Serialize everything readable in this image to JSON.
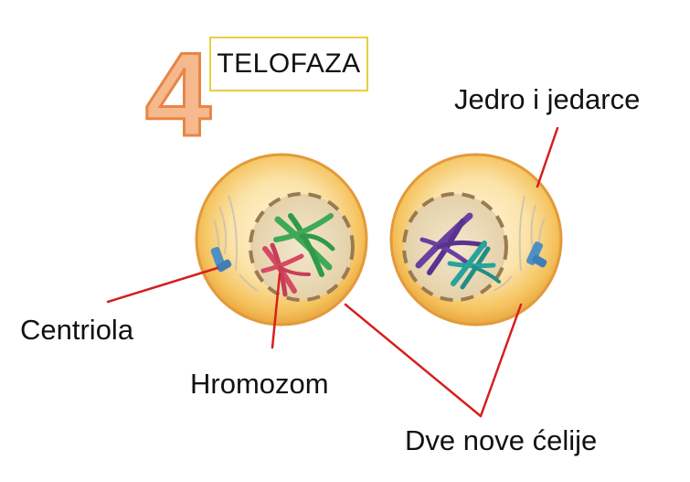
{
  "step_number": "4",
  "title": "TELOFAZA",
  "labels": {
    "nucleus": "Jedro i jedarce",
    "centriole": "Centriola",
    "chromosome": "Hromozom",
    "cells": "Dve nove ćelije"
  },
  "colors": {
    "step_number_fill": "#f6b98d",
    "step_number_stroke": "#e98546",
    "title_border": "#e6cf3f",
    "cell_fill": "#f7c766",
    "cell_edge": "#e9a640",
    "nucleus_fill": "#ead7b3",
    "nucleus_border": "#9a7a52",
    "leader_line": "#d61f1f",
    "chromosome_green": "#3faa55",
    "chromosome_red": "#d64a63",
    "chromosome_purple": "#6b3fa2",
    "chromosome_teal": "#27a39a",
    "centriole": "#4f8fc4"
  }
}
